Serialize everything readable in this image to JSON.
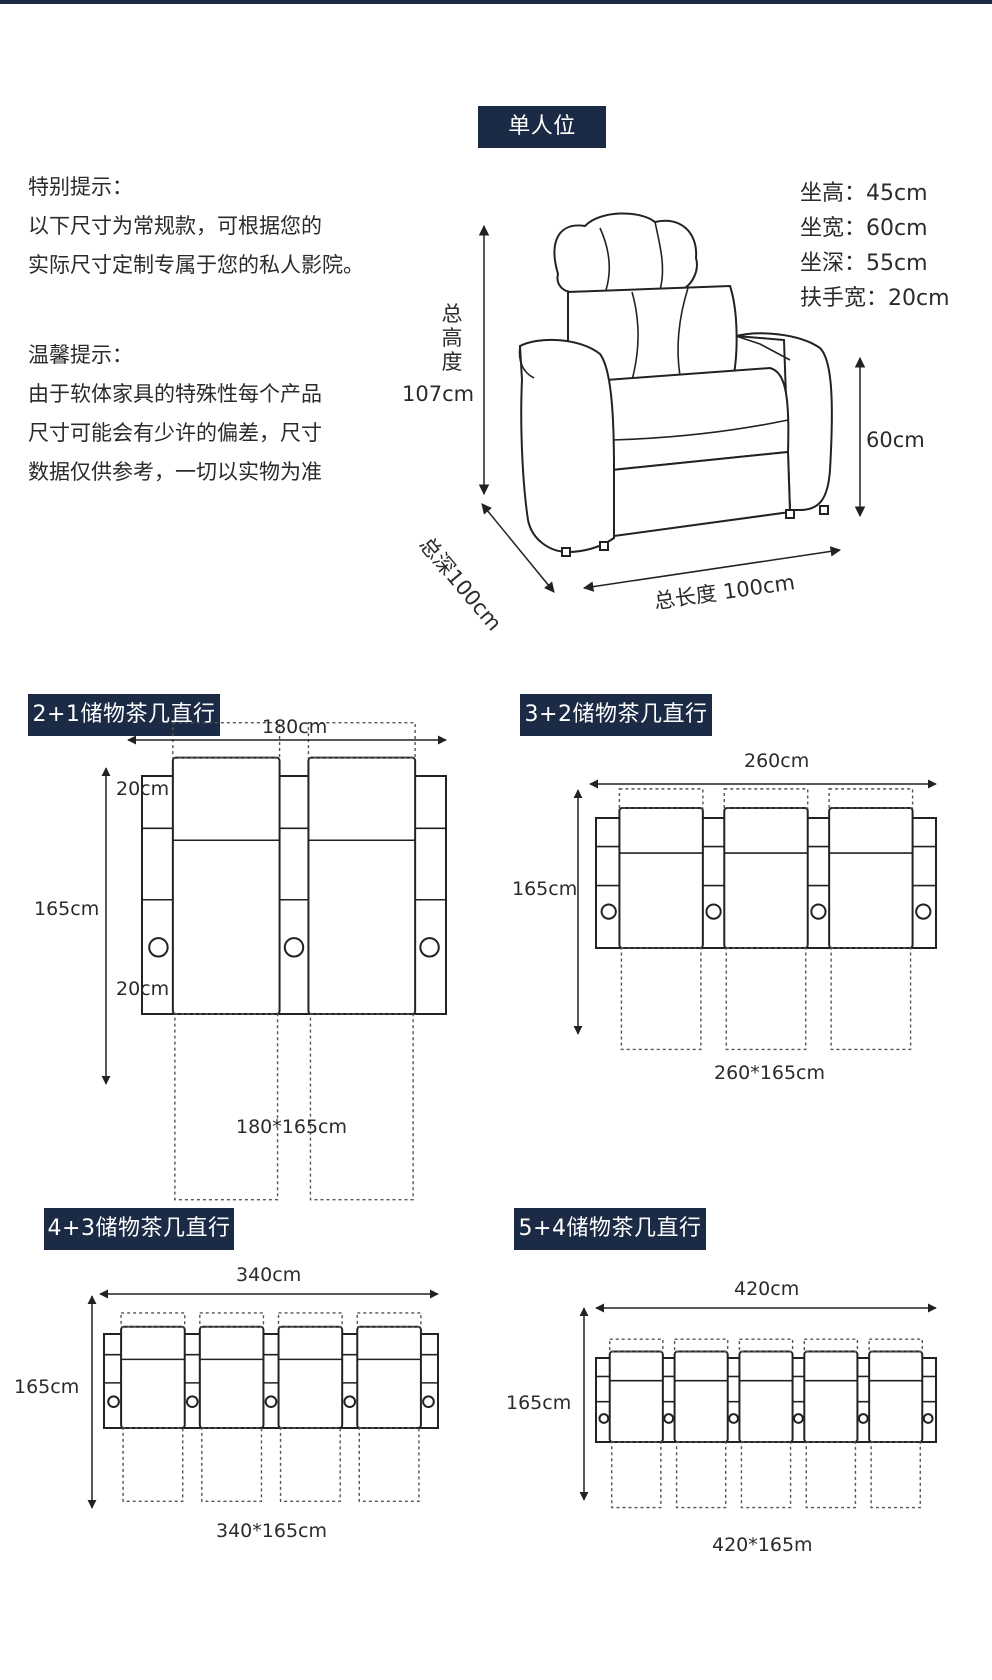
{
  "single": {
    "badge": "单人位",
    "notes": {
      "special_title": "特别提示：",
      "special_line1": "以下尺寸为常规款，可根据您的",
      "special_line2": "实际尺寸定制专属于您的私人影院。",
      "warm_title": "温馨提示：",
      "warm_line1": "由于软体家具的特殊性每个产品",
      "warm_line2": "尺寸可能会有少许的偏差，尺寸",
      "warm_line3": "数据仅供参考，一切以实物为准"
    },
    "specs": {
      "seat_height": "坐高：45cm",
      "seat_width": "坐宽：60cm",
      "seat_depth": "坐深：55cm",
      "arm_width": "扶手宽：20cm"
    },
    "dims": {
      "total_height_label": "总高度",
      "total_height_value": "107cm",
      "arm_height": "60cm",
      "total_depth": "总深100cm",
      "total_length": "总长度 100cm"
    }
  },
  "layouts": [
    {
      "badge": "2+1储物茶几直行",
      "seats": 2,
      "width_label": "180cm",
      "height_label": "165cm",
      "backrest_label": "20cm",
      "legrest_label": "20cm",
      "caption": "180*165cm"
    },
    {
      "badge": "3+2储物茶几直行",
      "seats": 3,
      "width_label": "260cm",
      "height_label": "165cm",
      "caption": "260*165cm"
    },
    {
      "badge": "4+3储物茶几直行",
      "seats": 4,
      "width_label": "340cm",
      "height_label": "165cm",
      "caption": "340*165cm"
    },
    {
      "badge": "5+4储物茶几直行",
      "seats": 5,
      "width_label": "420cm",
      "height_label": "165cm",
      "caption": "420*165m"
    }
  ]
}
